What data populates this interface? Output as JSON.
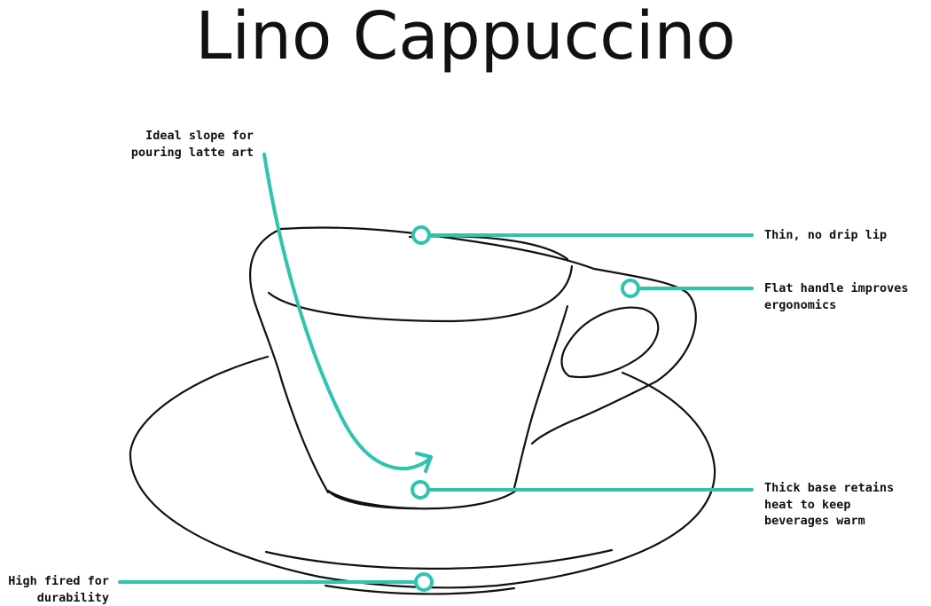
{
  "title": "Lino Cappuccino",
  "colors": {
    "accent": "#2ec4b0",
    "ink": "#111111",
    "background": "#ffffff"
  },
  "callouts": {
    "slope": {
      "line1": "Ideal slope for",
      "line2": "pouring latte art"
    },
    "lip": {
      "line1": "Thin, no drip lip"
    },
    "handle": {
      "line1": "Flat handle improves",
      "line2": "ergonomics"
    },
    "base": {
      "line1": "Thick base retains",
      "line2": "heat to keep",
      "line3": "beverages warm"
    },
    "fired": {
      "line1": "High fired for",
      "line2": "durability"
    }
  }
}
